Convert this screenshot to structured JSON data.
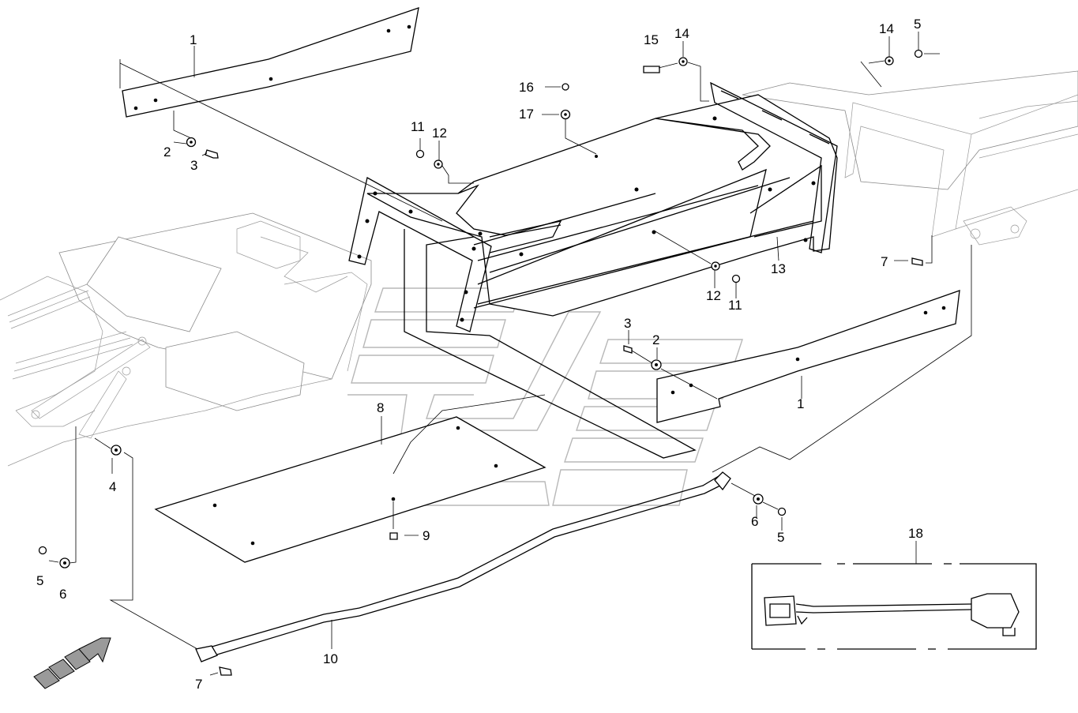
{
  "callouts": {
    "c1a": "1",
    "c1b": "1",
    "c2a": "2",
    "c2b": "2",
    "c3a": "3",
    "c3b": "3",
    "c4": "4",
    "c5a": "5",
    "c5b": "5",
    "c5c": "5",
    "c6a": "6",
    "c6b": "6",
    "c7a": "7",
    "c7b": "7",
    "c8": "8",
    "c9": "9",
    "c10": "10",
    "c11a": "11",
    "c11b": "11",
    "c12a": "12",
    "c12b": "12",
    "c13": "13",
    "c14a": "14",
    "c14b": "14",
    "c15": "15",
    "c16": "16",
    "c17": "17",
    "c18": "18"
  },
  "icons": {
    "direction_arrow": "forward-direction-arrow-icon"
  }
}
